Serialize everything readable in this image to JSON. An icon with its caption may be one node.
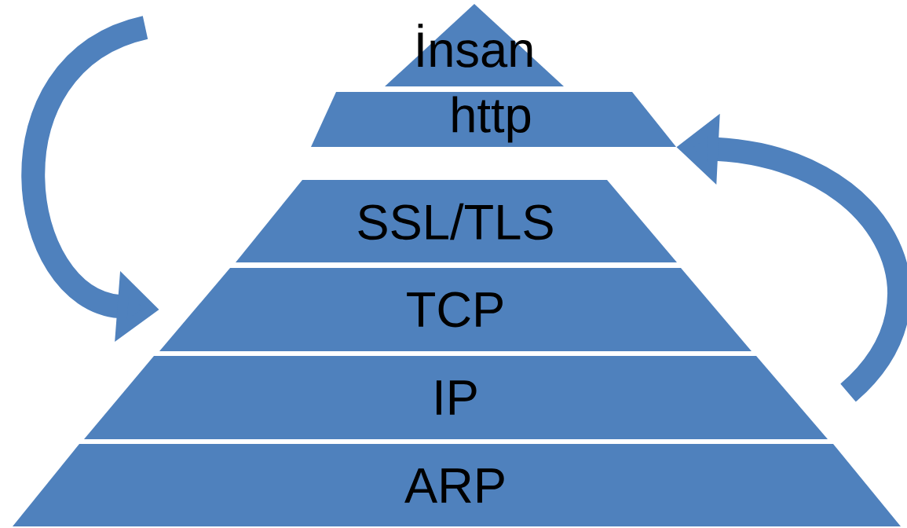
{
  "diagram": {
    "nodes": [
      {
        "text": [
          "İnsan"
        ]
      },
      {
        "text": [
          "http"
        ]
      },
      {
        "text": [
          "SSL/TLS"
        ]
      },
      {
        "text": [
          "TCP"
        ]
      },
      {
        "text": [
          "IP"
        ]
      },
      {
        "text": [
          "ARP"
        ]
      }
    ],
    "edges": [
      {
        "from": null,
        "to": 3,
        "arrow": "to"
      },
      {
        "from": null,
        "to": 1,
        "arrow": "to"
      }
    ]
  }
}
